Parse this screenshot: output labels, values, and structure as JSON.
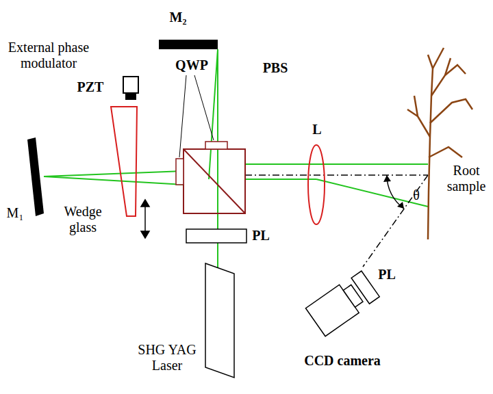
{
  "diagram": {
    "labels": [
      "M₂",
      "External phase modulator",
      "PZT",
      "QWP",
      "PBS",
      "L",
      "M₁",
      "Wedge glass",
      "θ",
      "Root sample",
      "PL",
      "PL",
      "CCD camera",
      "SHG YAG Laser"
    ]
  }
}
